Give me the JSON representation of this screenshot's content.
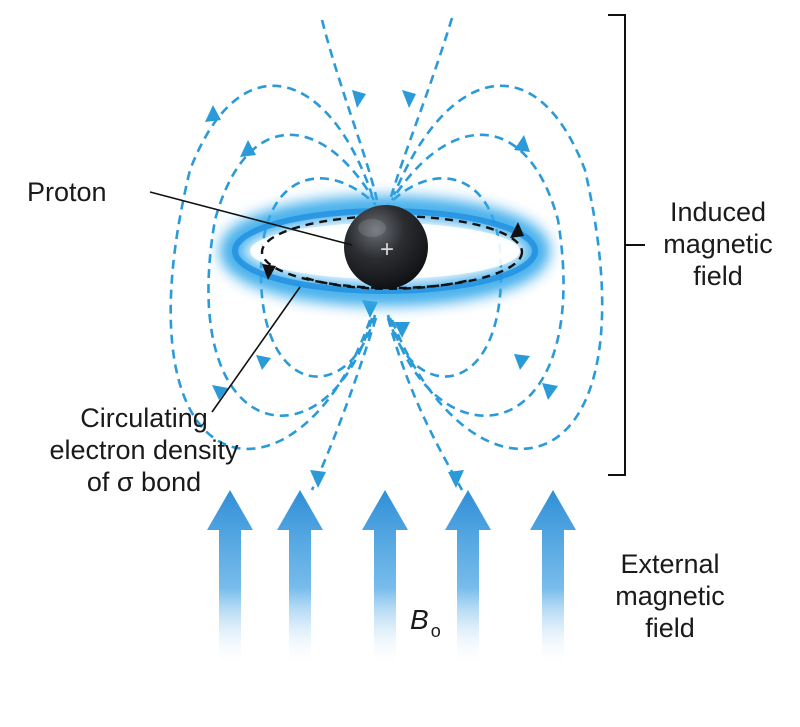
{
  "labels": {
    "proton": "Proton",
    "circulating": [
      "Circulating",
      "electron density",
      "of σ bond"
    ],
    "induced": [
      "Induced",
      "magnetic",
      "field"
    ],
    "external": [
      "External",
      "magnetic",
      "field"
    ],
    "b_symbol": "B",
    "b_subscript": "o",
    "proton_charge": "+"
  },
  "colors": {
    "field_line": "#2a9ad8",
    "arrow_blue": "#2f8fd6",
    "ring_glow": "#36a9ea",
    "proton_dark": "#1e1f22",
    "text": "#1a1a1a"
  }
}
